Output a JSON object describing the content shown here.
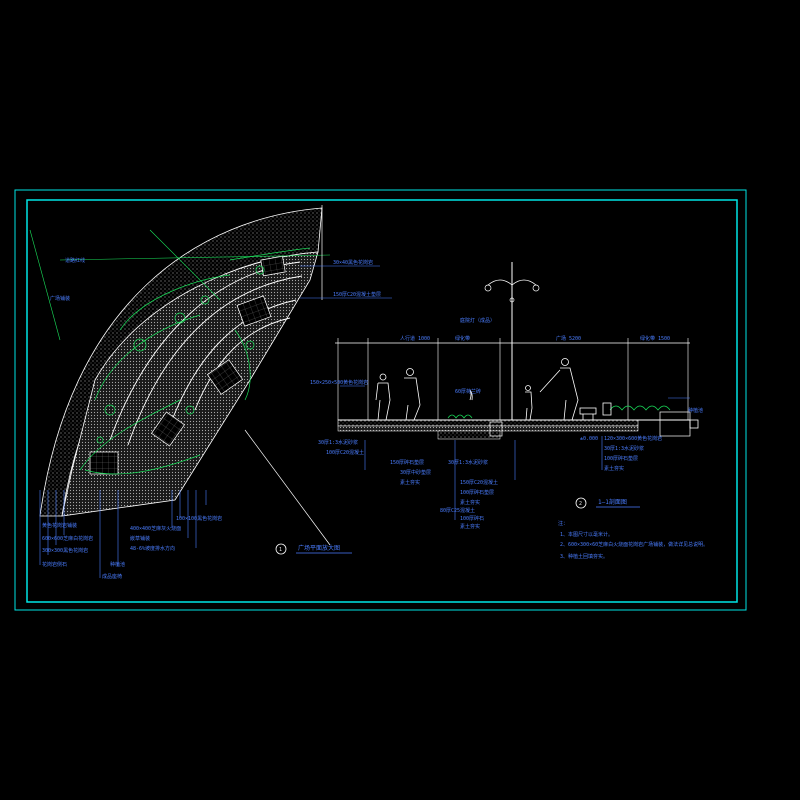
{
  "drawing": {
    "colors": {
      "background": "#000000",
      "frame": "#00e5e5",
      "annotation": "#4a7dff",
      "outline": "#ffffff",
      "planting": "#19e05a",
      "paving_hatch": "#8c8c8c"
    },
    "plan": {
      "title": "广场平面放大图",
      "number": "1",
      "callouts_right": [
        "30×40黑色花岗岩",
        "150厚C20混凝土垫层"
      ],
      "callouts_bottom": [
        "黄色花岗岩铺装",
        "600×600芝麻白花岗岩",
        "300×300黑色花岗岩",
        "花岗岩侧石",
        "成品座椅",
        "种植池",
        "100×100黑色花岗岩",
        "400×400芝麻灰火烧面",
        "嵌草铺装",
        "48-6%坡度排水方向"
      ],
      "callouts_left": [
        "广场铺装",
        "道路红线"
      ]
    },
    "section": {
      "title": "1—1剖面图",
      "number": "2",
      "elevation": "±0.000",
      "segments": [
        "人行道 1000",
        "绿化带",
        "广场 5200",
        "绿化带 1500"
      ],
      "callouts_left": [
        "150×250×500黄色花岗岩",
        "30厚1:3水泥砂浆",
        "100厚C20混凝土",
        "150厚碎石垫层",
        "30厚中砂垫层",
        "素土夯实"
      ],
      "callouts_mid": [
        "60厚荷兰砖",
        "30厚1:3水泥砂浆",
        "150厚C20混凝土",
        "100厚碎石垫层",
        "素土夯实",
        "80厚C25混凝土",
        "100厚碎石",
        "素土夯实"
      ],
      "callouts_right": [
        "120×300×600黄色花岗岩",
        "30厚1:3水泥砂浆",
        "100厚碎石垫层",
        "素土夯实"
      ],
      "lamp_label": "庭院灯（成品）",
      "planter_label": "种植池"
    },
    "notes": {
      "heading": "注：",
      "items": [
        "1、本图尺寸以毫米计。",
        "2、600×300×60芝麻白火烧面花岗岩广场铺装，做法详见总说明。",
        "3、种植土回填夯实。"
      ]
    }
  }
}
